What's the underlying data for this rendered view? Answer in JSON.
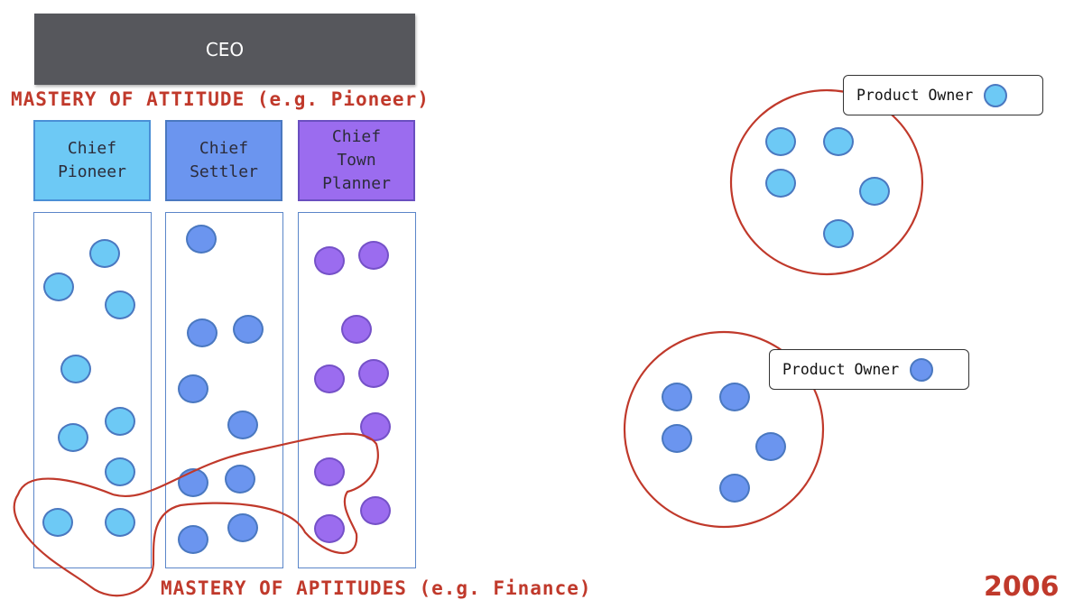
{
  "ceo": {
    "label": "CEO"
  },
  "mastery_attitude": "MASTERY OF ATTITUDE (e.g. Pioneer)",
  "mastery_aptitudes": "MASTERY OF APTITUDES (e.g. Finance)",
  "chiefs": [
    {
      "label": "Chief\nPioneer",
      "color": "#6dc9f5"
    },
    {
      "label": "Chief\nSettler",
      "color": "#6b95ef"
    },
    {
      "label": "Chief\nTown\nPlanner",
      "color": "#9b6cef"
    }
  ],
  "teams": [
    {
      "product_owner_label": "Product Owner",
      "color": "#6dc9f5"
    },
    {
      "product_owner_label": "Product Owner",
      "color": "#6b95ef"
    }
  ],
  "year": "2006",
  "colors": {
    "accent_red": "#c0392b",
    "ceo_bg": "#56575c",
    "column_border": "#5b86c9"
  }
}
